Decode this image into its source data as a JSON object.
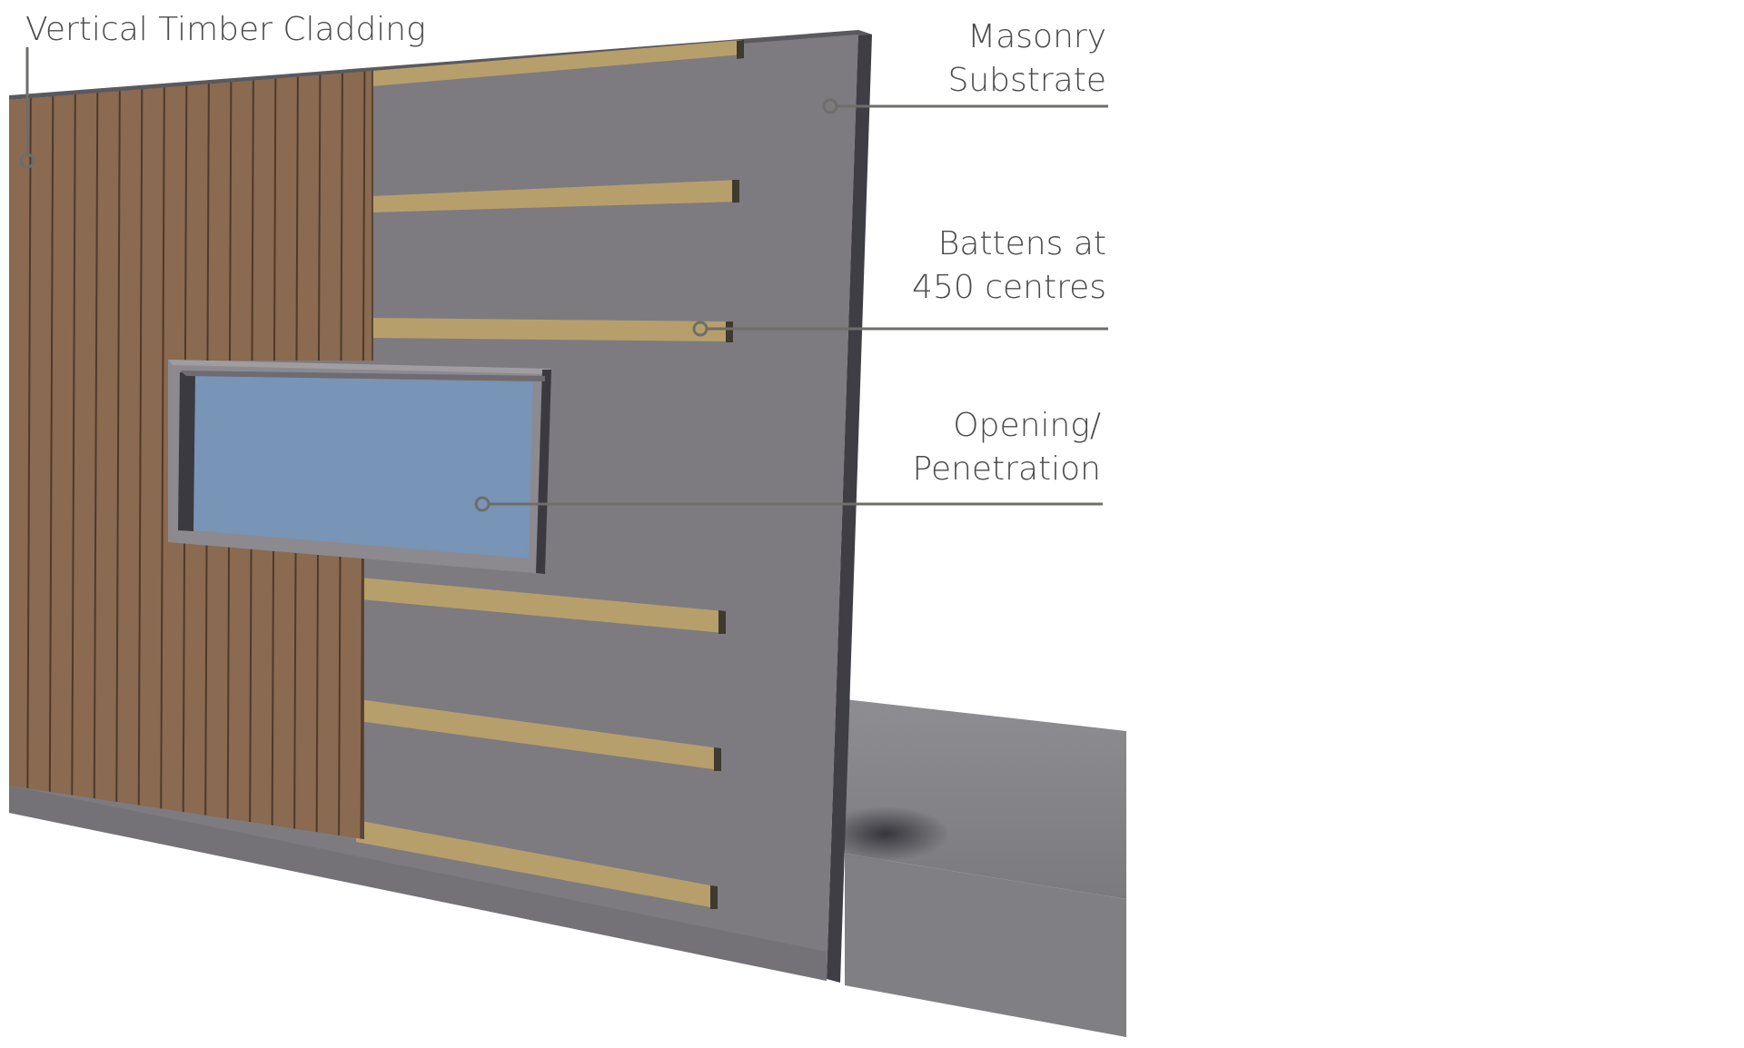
{
  "diagram": {
    "labels": {
      "cladding": "Vertical Timber Cladding",
      "masonry_line1": "Masonry",
      "masonry_line2": "Substrate",
      "battens_line1": "Battens at",
      "battens_line2": "450 centres",
      "opening_line1": "Opening/",
      "opening_line2": "Penetration"
    },
    "colors": {
      "background": "#ffffff",
      "masonry_face": "#7d7b80",
      "masonry_edge": "#3f3e44",
      "timber": "#8a6a50",
      "timber_joint": "#4e3a2c",
      "batten": "#b79f6c",
      "batten_shadow": "#3f3a30",
      "glass": "#7894b6",
      "frame": "#3b3a40",
      "reveal": "#8c8a8f",
      "ground": "#8a898d",
      "leader": "#6e6e6a",
      "text": "#4a4a4a"
    }
  }
}
